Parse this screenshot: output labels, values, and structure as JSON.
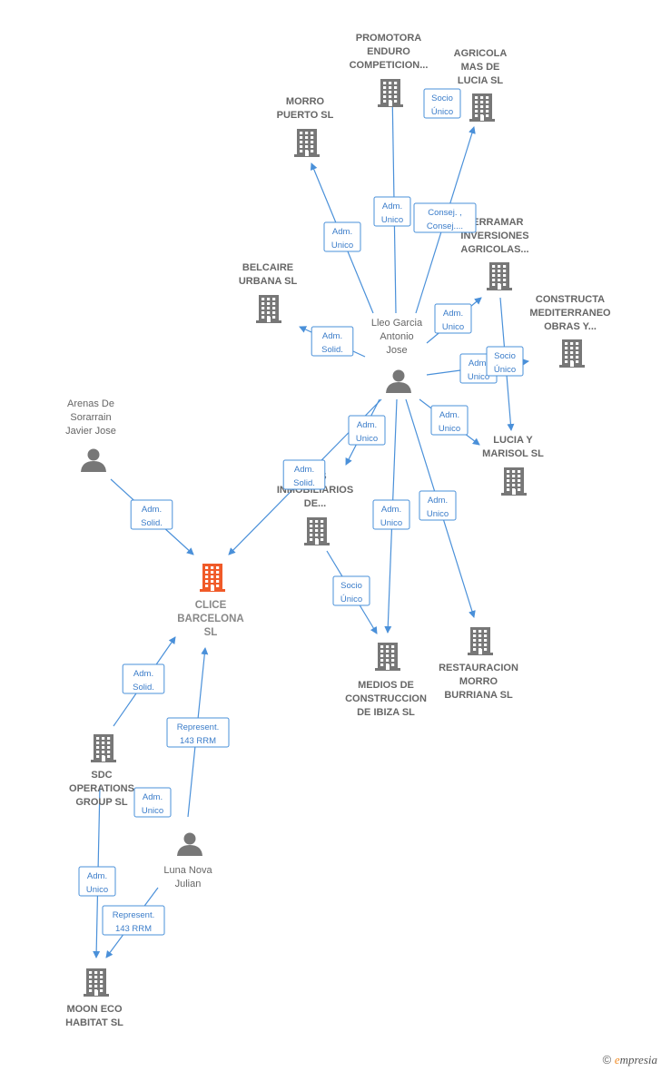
{
  "nodes": {
    "clice": {
      "type": "company",
      "focus": true,
      "lines": [
        "CLICE",
        "BARCELONA",
        "SL"
      ]
    },
    "promotora": {
      "type": "company",
      "lines": [
        "PROMOTORA",
        "ENDURO",
        "COMPETICION..."
      ]
    },
    "agricola": {
      "type": "company",
      "lines": [
        "AGRICOLA",
        "MAS DE",
        "LUCIA SL"
      ]
    },
    "morro": {
      "type": "company",
      "lines": [
        "MORRO",
        "PUERTO  SL"
      ]
    },
    "terramar": {
      "type": "company",
      "lines": [
        "TERRAMAR",
        "INVERSIONES",
        "AGRICOLAS..."
      ]
    },
    "belcaire": {
      "type": "company",
      "lines": [
        "BELCAIRE",
        "URBANA  SL"
      ]
    },
    "constructa": {
      "type": "company",
      "lines": [
        "CONSTRUCTA",
        "MEDITERRANEO",
        "OBRAS Y..."
      ]
    },
    "lleo": {
      "type": "person",
      "lines": [
        "Lleo Garcia",
        "Antonio",
        "Jose"
      ]
    },
    "arenas": {
      "type": "person",
      "lines": [
        "Arenas De",
        "Sorarrain",
        "Javier Jose"
      ]
    },
    "lucia": {
      "type": "company",
      "lines": [
        "LUCIA Y",
        "MARISOL  SL"
      ]
    },
    "inmobiliarios": {
      "type": "company",
      "lines": [
        "...OS",
        "INMOBILIARIOS",
        "DE..."
      ]
    },
    "medios": {
      "type": "company",
      "lines": [
        "MEDIOS DE",
        "CONSTRUCCION",
        "DE IBIZA  SL"
      ]
    },
    "restauracion": {
      "type": "company",
      "lines": [
        "RESTAURACION",
        "MORRO",
        "BURRIANA  SL"
      ]
    },
    "sdc": {
      "type": "company",
      "lines": [
        "SDC",
        "OPERATIONS",
        "GROUP SL"
      ]
    },
    "luna": {
      "type": "person",
      "lines": [
        "Luna Nova",
        "Julian"
      ]
    },
    "moon": {
      "type": "company",
      "lines": [
        "MOON ECO",
        "HABITAT  SL"
      ]
    }
  },
  "edges": [
    {
      "from": "lleo",
      "to": "promotora",
      "label": [
        "Adm.",
        "Unico"
      ]
    },
    {
      "from": "lleo",
      "to": "morro",
      "label": [
        "Adm.",
        "Unico"
      ]
    },
    {
      "from": "lleo",
      "to": "agricola",
      "label": [
        "Consej. ,",
        "Consej...."
      ]
    },
    {
      "from": "lleo",
      "to": "belcaire",
      "label": [
        "Adm.",
        "Solid."
      ]
    },
    {
      "from": "lleo",
      "to": "terramar",
      "label": [
        "Adm.",
        "Unico"
      ]
    },
    {
      "from": "lleo",
      "to": "constructa",
      "label": [
        "Adm.",
        "Unico"
      ]
    },
    {
      "from": "lleo",
      "to": "lucia",
      "label": [
        "Adm.",
        "Unico"
      ]
    },
    {
      "from": "lleo",
      "to": "inmobiliarios",
      "label": [
        "Adm.",
        "Unico"
      ]
    },
    {
      "from": "lleo",
      "to": "medios",
      "label": [
        "Adm.",
        "Unico"
      ]
    },
    {
      "from": "lleo",
      "to": "restauracion",
      "label": [
        "Adm.",
        "Unico"
      ]
    },
    {
      "from": "lleo",
      "to": "clice",
      "label": [
        "Adm.",
        "Solid."
      ]
    },
    {
      "from": "arenas",
      "to": "clice",
      "label": [
        "Adm.",
        "Solid."
      ]
    },
    {
      "from": "inmobiliarios",
      "to": "medios",
      "label": [
        "Socio",
        "Único"
      ]
    },
    {
      "from": "terramar",
      "to": "lucia",
      "label": [
        "Socio",
        "Único"
      ]
    },
    {
      "from": "agricola",
      "to": "agricola",
      "label": [
        "Socio",
        "Único"
      ]
    },
    {
      "from": "sdc",
      "to": "clice",
      "label": [
        "Adm.",
        "Solid."
      ]
    },
    {
      "from": "luna",
      "to": "clice",
      "label": [
        "Represent.",
        "143 RRM"
      ]
    },
    {
      "from": "luna",
      "to": "sdc",
      "label": [
        "Adm.",
        "Unico"
      ]
    },
    {
      "from": "sdc",
      "to": "moon",
      "label": [
        "Adm.",
        "Unico"
      ]
    },
    {
      "from": "luna",
      "to": "moon",
      "label": [
        "Represent.",
        "143 RRM"
      ]
    }
  ],
  "colors": {
    "edge": "#4a90d9",
    "company": "#777777",
    "focus": "#f05a28",
    "person": "#777777"
  },
  "copyright": {
    "symbol": "©",
    "brand_e": "e",
    "brand_rest": "mpresia"
  }
}
